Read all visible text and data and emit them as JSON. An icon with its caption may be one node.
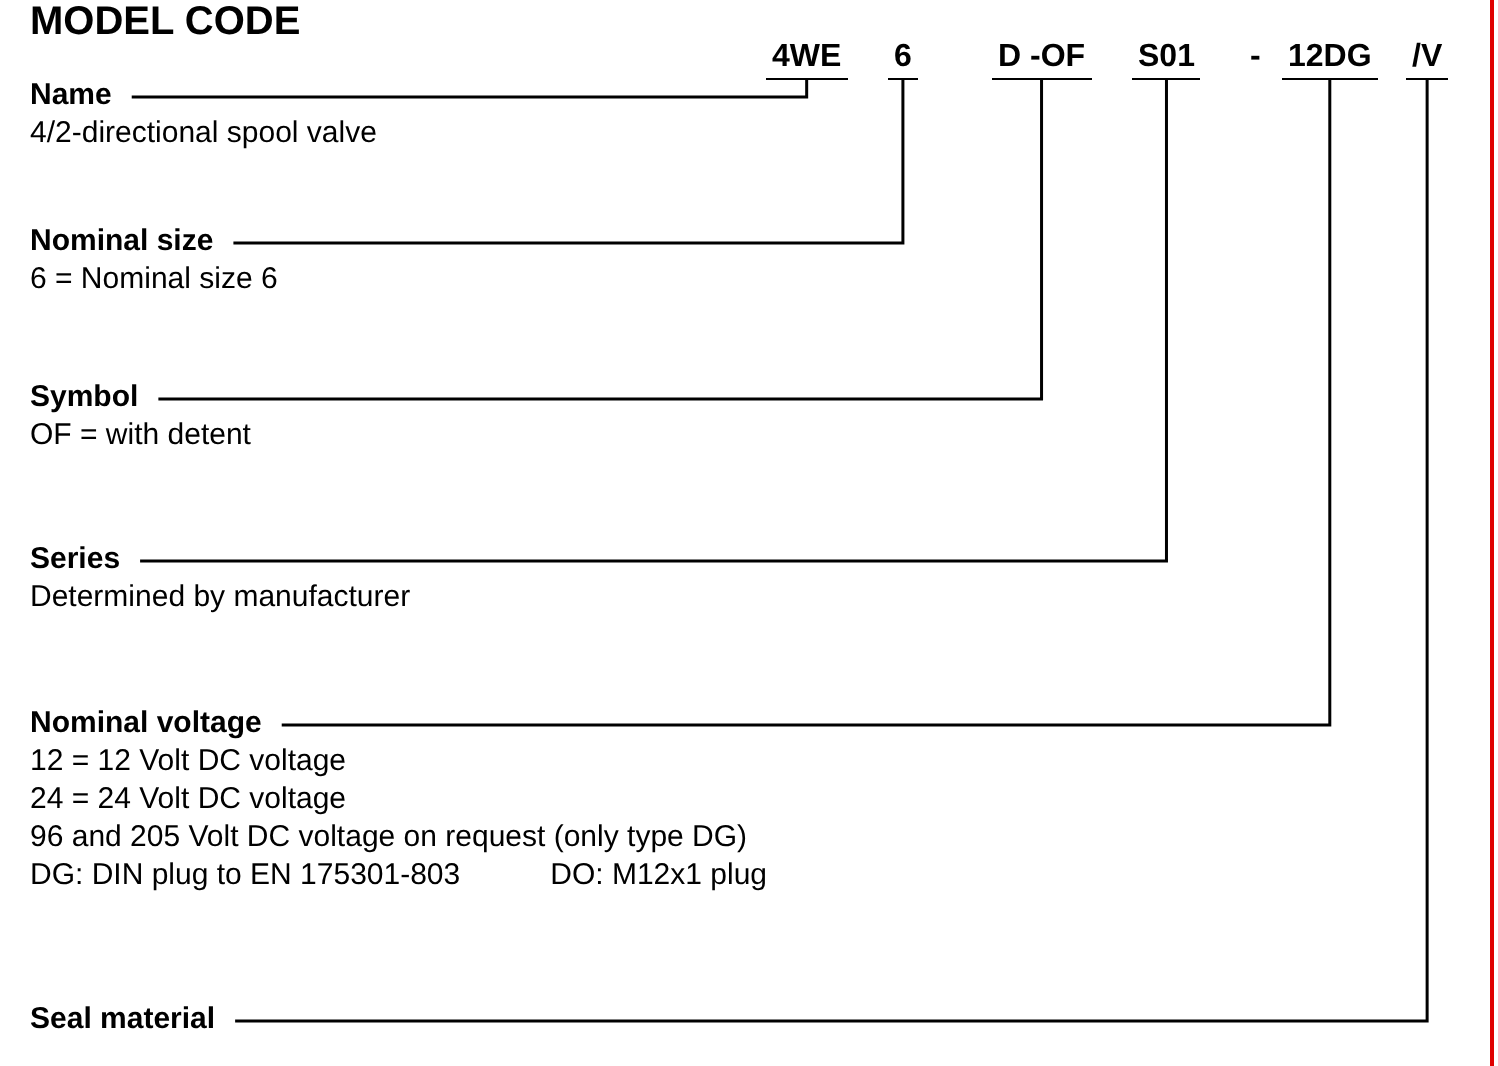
{
  "diagram": {
    "title": "MODEL CODE",
    "nodes": [
      {
        "text": [
          "4WE"
        ]
      },
      {
        "text": [
          "6"
        ]
      },
      {
        "text": [
          "D -OF"
        ]
      },
      {
        "text": [
          "S01"
        ]
      },
      {
        "text": [
          "12DG"
        ]
      },
      {
        "text": [
          "/V"
        ]
      },
      {
        "text": [
          "Name",
          "4/2-directional spool valve"
        ]
      },
      {
        "text": [
          "Nominal size",
          "6 = Nominal size 6"
        ]
      },
      {
        "text": [
          "Symbol",
          "OF = with detent"
        ]
      },
      {
        "text": [
          "Series",
          "Determined by manufacturer"
        ]
      },
      {
        "text": [
          "Nominal voltage",
          "12 = 12 Volt DC voltage",
          "24 = 24 Volt DC voltage",
          "96 and 205 Volt DC voltage on request (only type DG)",
          "DG: DIN plug to EN 175301-803",
          "DO: M12x1 plug"
        ]
      },
      {
        "text": [
          "Seal material"
        ]
      }
    ],
    "edges": [
      {
        "from": 6,
        "to": 0,
        "arrow": "none"
      },
      {
        "from": 7,
        "to": 1,
        "arrow": "none"
      },
      {
        "from": 8,
        "to": 2,
        "arrow": "none"
      },
      {
        "from": 9,
        "to": 3,
        "arrow": "none"
      },
      {
        "from": 10,
        "to": 4,
        "arrow": "none"
      },
      {
        "from": 11,
        "to": 5,
        "arrow": "none"
      }
    ],
    "labels": [
      "-"
    ]
  }
}
